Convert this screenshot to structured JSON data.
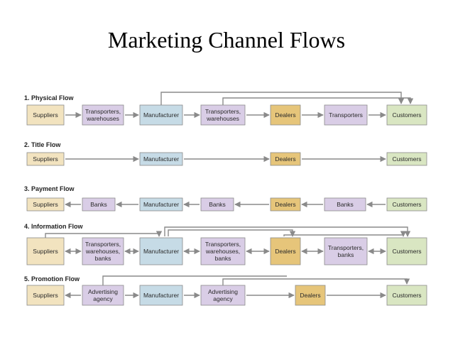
{
  "title": "Marketing Channel Flows",
  "colors": {
    "suppliers": "#f2e3bf",
    "transport": "#d9cde6",
    "manufacturer": "#c6dbe6",
    "dealers": "#e6c57a",
    "customers": "#d9e6c2",
    "stroke": "#8a8a8a",
    "arrow": "#8a8a8a"
  },
  "flows": [
    {
      "label": "1. Physical Flow",
      "boxes": [
        {
          "lines": [
            "Suppliers"
          ],
          "kind": "suppliers"
        },
        {
          "lines": [
            "Transporters,",
            "warehouses"
          ],
          "kind": "transport"
        },
        {
          "lines": [
            "Manufacturer"
          ],
          "kind": "manufacturer"
        },
        {
          "lines": [
            "Transporters,",
            "warehouses"
          ],
          "kind": "transport"
        },
        {
          "lines": [
            "Dealers"
          ],
          "kind": "dealers"
        },
        {
          "lines": [
            "Transporters"
          ],
          "kind": "transport"
        },
        {
          "lines": [
            "Customers"
          ],
          "kind": "customers"
        }
      ]
    },
    {
      "label": "2. Title Flow",
      "boxes": [
        {
          "lines": [
            "Suppliers"
          ],
          "kind": "suppliers"
        },
        {
          "lines": [
            "Manufacturer"
          ],
          "kind": "manufacturer"
        },
        {
          "lines": [
            "Dealers"
          ],
          "kind": "dealers"
        },
        {
          "lines": [
            "Customers"
          ],
          "kind": "customers"
        }
      ]
    },
    {
      "label": "3. Payment Flow",
      "boxes": [
        {
          "lines": [
            "Suppliers"
          ],
          "kind": "suppliers"
        },
        {
          "lines": [
            "Banks"
          ],
          "kind": "transport"
        },
        {
          "lines": [
            "Manufacturer"
          ],
          "kind": "manufacturer"
        },
        {
          "lines": [
            "Banks"
          ],
          "kind": "transport"
        },
        {
          "lines": [
            "Dealers"
          ],
          "kind": "dealers"
        },
        {
          "lines": [
            "Banks"
          ],
          "kind": "transport"
        },
        {
          "lines": [
            "Customers"
          ],
          "kind": "customers"
        }
      ]
    },
    {
      "label": "4. Information Flow",
      "boxes": [
        {
          "lines": [
            "Suppliers"
          ],
          "kind": "suppliers"
        },
        {
          "lines": [
            "Transporters,",
            "warehouses,",
            "banks"
          ],
          "kind": "transport"
        },
        {
          "lines": [
            "Manufacturer"
          ],
          "kind": "manufacturer"
        },
        {
          "lines": [
            "Transporters,",
            "warehouses,",
            "banks"
          ],
          "kind": "transport"
        },
        {
          "lines": [
            "Dealers"
          ],
          "kind": "dealers"
        },
        {
          "lines": [
            "Transporters,",
            "banks"
          ],
          "kind": "transport"
        },
        {
          "lines": [
            "Customers"
          ],
          "kind": "customers"
        }
      ]
    },
    {
      "label": "5. Promotion Flow",
      "boxes": [
        {
          "lines": [
            "Suppliers"
          ],
          "kind": "suppliers"
        },
        {
          "lines": [
            "Advertising",
            "agency"
          ],
          "kind": "transport"
        },
        {
          "lines": [
            "Manufacturer"
          ],
          "kind": "manufacturer"
        },
        {
          "lines": [
            "Advertising",
            "agency"
          ],
          "kind": "transport"
        },
        {
          "lines": [
            "Dealers"
          ],
          "kind": "dealers"
        },
        {
          "lines": [
            "Customers"
          ],
          "kind": "customers"
        }
      ]
    }
  ]
}
